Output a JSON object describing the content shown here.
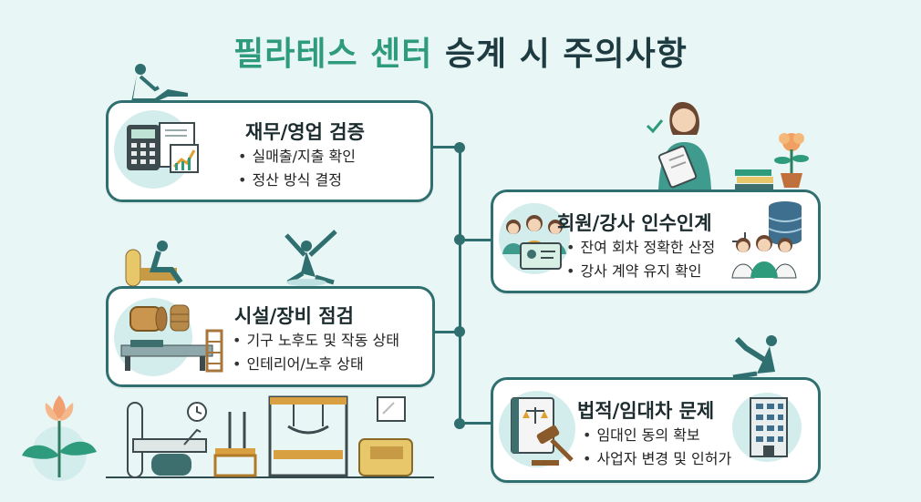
{
  "title": {
    "part1": "필라테스 센터",
    "part2": "승계 시 주의사항"
  },
  "cards": {
    "finance": {
      "title": "재무/영업 검증",
      "items": [
        "실매출/지출 확인",
        "정산 방식 결정"
      ]
    },
    "members": {
      "title": "회원/강사 인수인계",
      "items": [
        "잔여 회차 정확한 산정",
        "강사 계약 유지 확인"
      ]
    },
    "facility": {
      "title": "시설/장비 점검",
      "items": [
        "기구 노후도 및 작동 상태",
        "인테리어/노후 상태"
      ]
    },
    "legal": {
      "title": "법적/임대차 문제",
      "items": [
        "임대인 동의 확보",
        "사업자 변경 및 인허가"
      ]
    }
  },
  "colors": {
    "accent": "#2e9b7d",
    "dark": "#1d3b40",
    "border": "#2f6f6f",
    "background": "#e9f6f6"
  },
  "icons": [
    "calculator-icon",
    "document-chart-icon",
    "people-group-icon",
    "id-card-icon",
    "database-icon",
    "staff-icon",
    "equipment-icon",
    "reformer-icon",
    "law-book-icon",
    "gavel-icon",
    "building-icon",
    "pilates-silhouette-icon",
    "woman-clipboard-icon",
    "flower-icon",
    "studio-equipment-icon"
  ]
}
